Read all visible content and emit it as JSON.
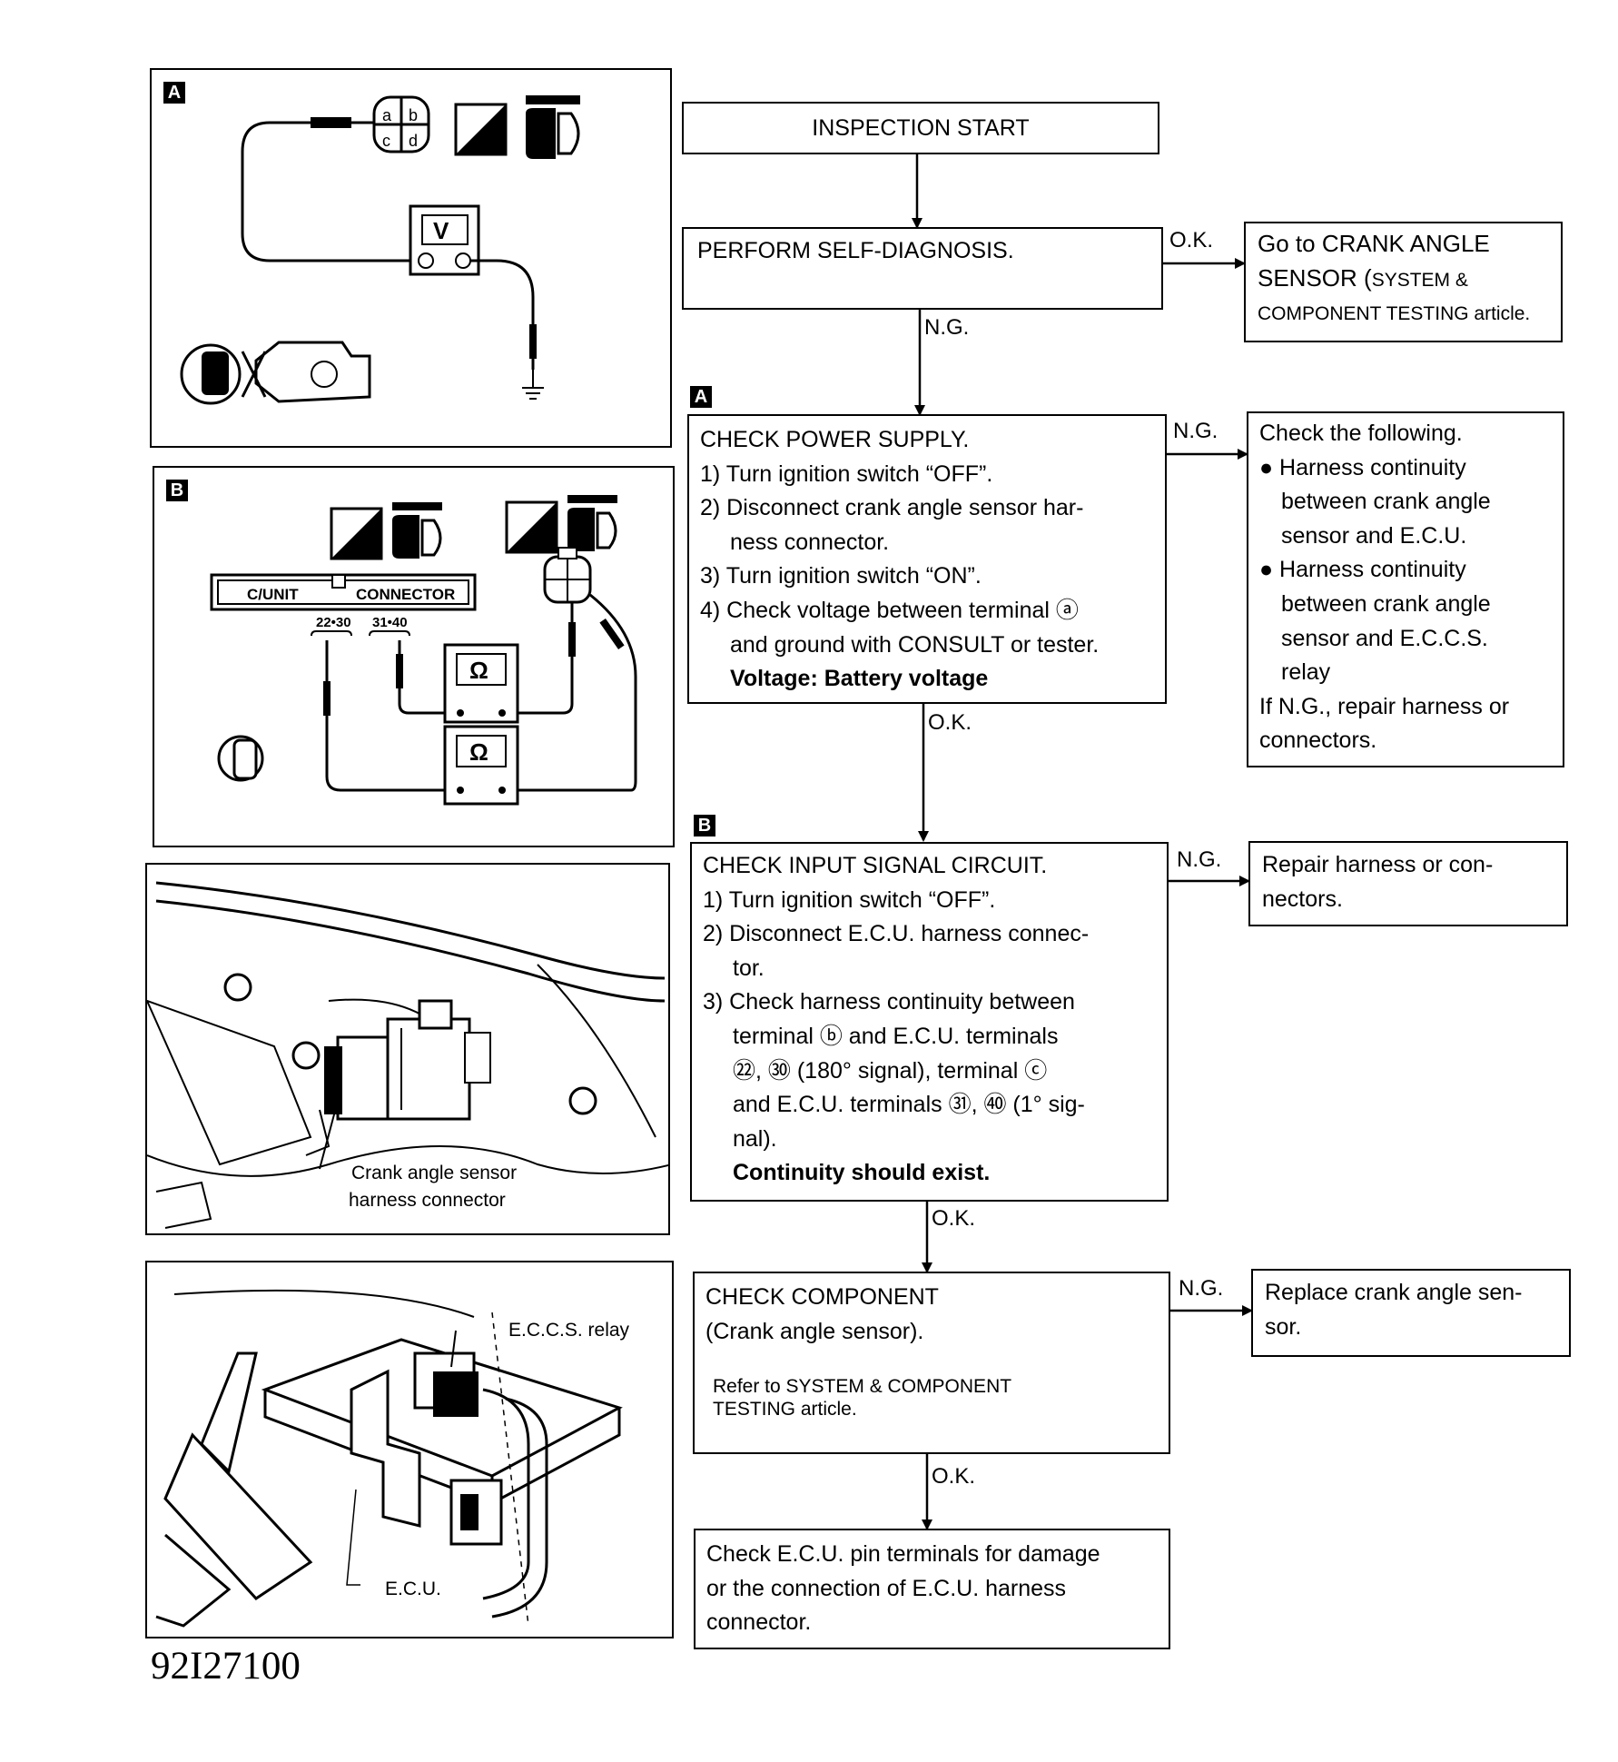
{
  "panels": {
    "a_tag": "A",
    "b_tag": "B",
    "b_connector_left": "C/UNIT",
    "b_connector_right": "CONNECTOR",
    "b_pins_1": "22•30",
    "b_pins_2": "31•40",
    "a_meter": "V",
    "b_meter": "Ω",
    "pin_a": "a",
    "pin_b": "b",
    "pin_c": "c",
    "pin_d": "d",
    "photo1_caption_1": "Crank angle sensor",
    "photo1_caption_2": "harness connector",
    "photo2_eccs": "E.C.C.S. relay",
    "photo2_ecu": "E.C.U."
  },
  "flow": {
    "start": "INSPECTION START",
    "self_diag": "PERFORM SELF-DIAGNOSIS.",
    "ok": "O.K.",
    "ng": "N.G.",
    "goto_1": "Go to  CRANK ANGLE",
    "goto_2": "SENSOR (",
    "goto_2b": "SYSTEM &",
    "goto_3": "COMPONENT TESTING article.",
    "tag_a": "A",
    "tag_b": "B",
    "power": [
      "CHECK POWER SUPPLY.",
      "1) Turn ignition switch “OFF”.",
      "2) Disconnect crank angle sensor har-",
      "ness connector.",
      "3) Turn ignition switch “ON”.",
      "4) Check voltage between terminal  ⓐ",
      "and ground with CONSULT or tester.",
      "Voltage: Battery voltage"
    ],
    "check_following": [
      "Check the following.",
      "● Harness continuity",
      "between crank angle",
      "sensor and E.C.U.",
      "● Harness continuity",
      "between crank angle",
      "sensor and E.C.C.S.",
      "relay",
      "If N.G., repair harness or",
      "connectors."
    ],
    "input": [
      "CHECK INPUT SIGNAL CIRCUIT.",
      "1) Turn ignition switch “OFF”.",
      "2) Disconnect E.C.U. harness connec-",
      "tor.",
      "3) Check harness continuity between",
      "terminal  ⓑ  and E.C.U. terminals",
      "㉒,  ㉚  (180° signal), terminal  ⓒ",
      "and E.C.U. terminals  ㉛,  ㊵  (1° sig-",
      "nal).",
      "Continuity should exist."
    ],
    "repair": [
      "Repair harness or con-",
      "nectors."
    ],
    "component": [
      "CHECK COMPONENT",
      "(Crank angle sensor)."
    ],
    "component_ref": [
      "Refer to SYSTEM & COMPONENT",
      "TESTING article."
    ],
    "replace": [
      "Replace crank angle sen-",
      "sor."
    ],
    "final": [
      "Check E.C.U. pin terminals for damage",
      "or the connection of E.C.U. harness",
      "connector."
    ]
  },
  "doc_id": "92I27100"
}
